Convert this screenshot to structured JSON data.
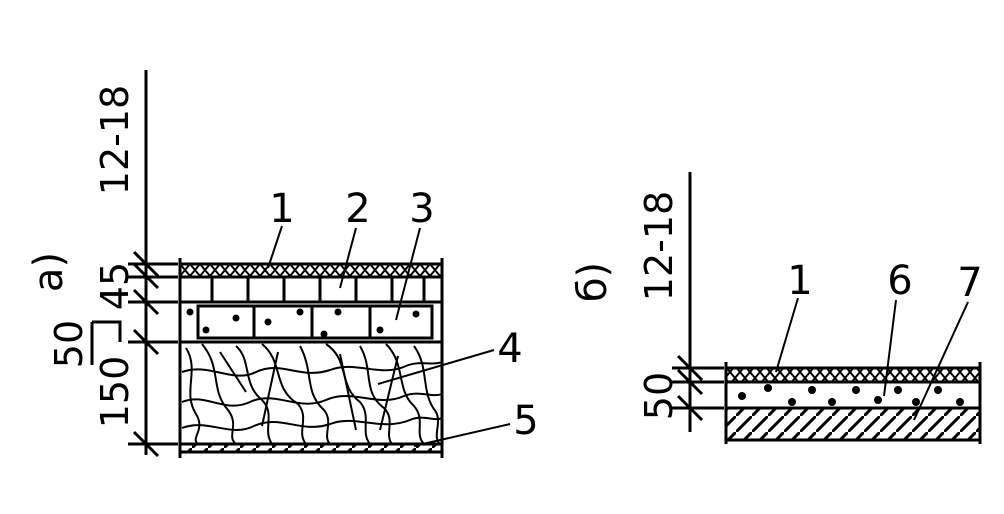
{
  "section_a": {
    "label": "а)",
    "dims": [
      "12-18",
      "45",
      "50",
      "150"
    ],
    "callouts": [
      "1",
      "2",
      "3",
      "4",
      "5"
    ]
  },
  "section_b": {
    "label": "б)",
    "dims": [
      "12-18",
      "50"
    ],
    "callouts": [
      "1",
      "6",
      "7"
    ]
  },
  "colors": {
    "ink": "#000000",
    "paper": "#ffffff"
  }
}
